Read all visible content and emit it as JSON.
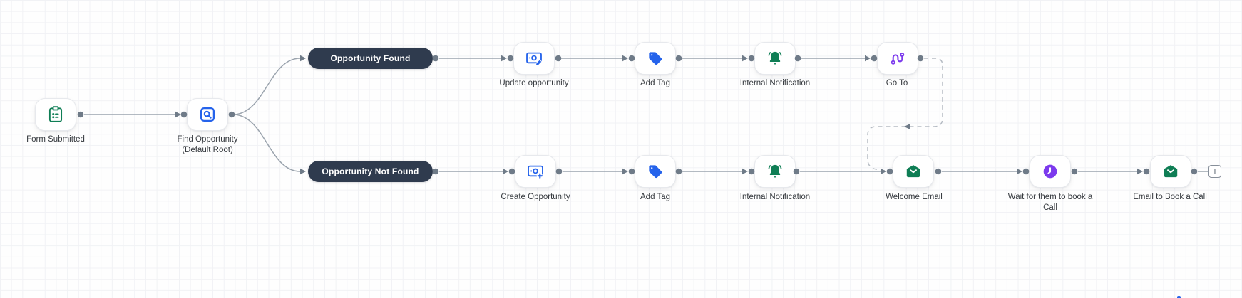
{
  "app": {
    "view": "workflow-automation-canvas"
  },
  "colors": {
    "action_blue": "#2563eb",
    "action_green": "#0f7e55",
    "action_purple": "#7c3aed",
    "branch_pill_bg": "#2f3b4e",
    "connector_line": "#9aa3ad",
    "connector_dot": "#6f7b88",
    "dashed_line": "#b5bbc3"
  },
  "nodes": [
    {
      "id": "form-submitted",
      "type": "trigger",
      "label": "Form Submitted",
      "icon": "form-clipboard-icon"
    },
    {
      "id": "find-opportunity",
      "type": "action",
      "label": "Find Opportunity",
      "sublabel": "(Default Root)",
      "icon": "find-opportunity-search-icon"
    },
    {
      "id": "branch-opportunity-found",
      "type": "branch",
      "label": "Opportunity Found"
    },
    {
      "id": "update-opportunity",
      "type": "action",
      "label": "Update opportunity",
      "icon": "opportunity-edit-icon"
    },
    {
      "id": "add-tag-top",
      "type": "action",
      "label": "Add Tag",
      "icon": "tag-icon"
    },
    {
      "id": "internal-notification-top",
      "type": "action",
      "label": "Internal Notification",
      "icon": "notification-bell-icon"
    },
    {
      "id": "go-to",
      "type": "action",
      "label": "Go To",
      "icon": "route-icon"
    },
    {
      "id": "branch-opportunity-not-found",
      "type": "branch",
      "label": "Opportunity Not Found"
    },
    {
      "id": "create-opportunity",
      "type": "action",
      "label": "Create Opportunity",
      "icon": "opportunity-add-icon"
    },
    {
      "id": "add-tag-bottom",
      "type": "action",
      "label": "Add Tag",
      "icon": "tag-icon"
    },
    {
      "id": "internal-notification-bottom",
      "type": "action",
      "label": "Internal Notification",
      "icon": "notification-bell-icon"
    },
    {
      "id": "welcome-email",
      "type": "action",
      "label": "Welcome Email",
      "icon": "email-icon"
    },
    {
      "id": "wait-book-call",
      "type": "wait",
      "label": "Wait for them to book a Call",
      "icon": "clock-icon"
    },
    {
      "id": "email-book-call",
      "type": "action",
      "label": "Email to Book a Call",
      "icon": "email-icon"
    }
  ],
  "connections": [
    {
      "from": "form-submitted",
      "to": "find-opportunity",
      "style": "solid"
    },
    {
      "from": "find-opportunity",
      "to": "branch-opportunity-found",
      "style": "solid-curve"
    },
    {
      "from": "find-opportunity",
      "to": "branch-opportunity-not-found",
      "style": "solid-curve"
    },
    {
      "from": "branch-opportunity-found",
      "to": "update-opportunity",
      "style": "solid"
    },
    {
      "from": "update-opportunity",
      "to": "add-tag-top",
      "style": "solid"
    },
    {
      "from": "add-tag-top",
      "to": "internal-notification-top",
      "style": "solid"
    },
    {
      "from": "internal-notification-top",
      "to": "go-to",
      "style": "solid"
    },
    {
      "from": "go-to",
      "to": "welcome-email",
      "style": "dashed"
    },
    {
      "from": "branch-opportunity-not-found",
      "to": "create-opportunity",
      "style": "solid"
    },
    {
      "from": "create-opportunity",
      "to": "add-tag-bottom",
      "style": "solid"
    },
    {
      "from": "add-tag-bottom",
      "to": "internal-notification-bottom",
      "style": "solid"
    },
    {
      "from": "internal-notification-bottom",
      "to": "welcome-email",
      "style": "solid"
    },
    {
      "from": "welcome-email",
      "to": "wait-book-call",
      "style": "solid"
    },
    {
      "from": "wait-book-call",
      "to": "email-book-call",
      "style": "solid"
    },
    {
      "from": "email-book-call",
      "to": "add-step-button",
      "style": "solid"
    }
  ],
  "add_button": {
    "label": "+"
  }
}
